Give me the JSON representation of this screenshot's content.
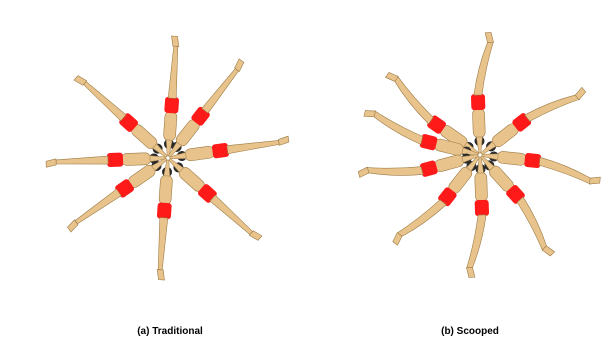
{
  "captions": {
    "left": "(a) Traditional",
    "right": "(b) Scooped"
  },
  "colors": {
    "skin": "#e8c48c",
    "skin_outline": "#9c7a45",
    "suit": "#ff1a1a",
    "hair": "#2a2a2a",
    "background": "#ffffff"
  },
  "panels": [
    {
      "name": "traditional",
      "figure_count": 8,
      "arms_bend_deg": 0
    },
    {
      "name": "scooped",
      "figure_count": 9,
      "arms_bend_deg": 32
    }
  ]
}
